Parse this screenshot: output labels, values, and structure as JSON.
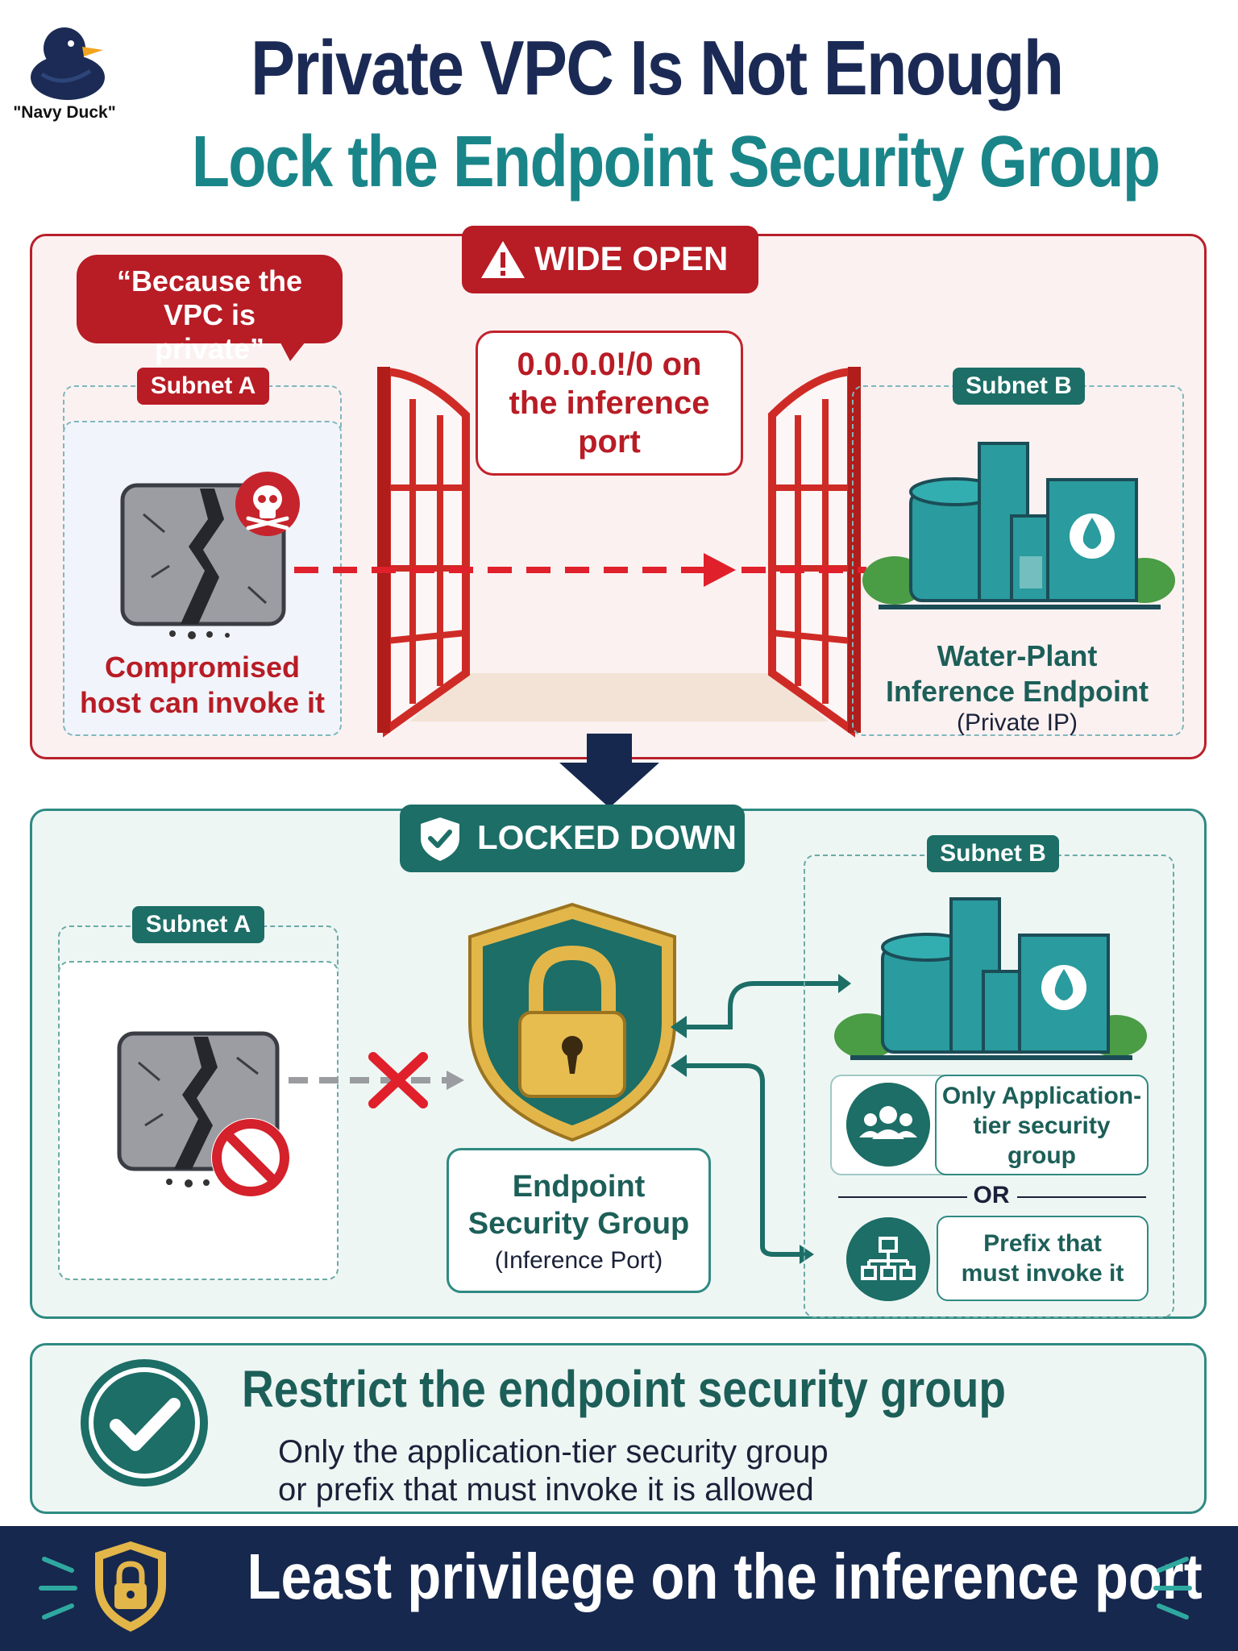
{
  "brand": {
    "name": "\"Navy Duck\"",
    "icon": "duck-icon"
  },
  "header": {
    "title": "Private VPC Is Not Enough",
    "subtitle": "Lock the Endpoint Security Group"
  },
  "wide_open": {
    "banner": "WIDE OPEN",
    "banner_icon": "warning-icon",
    "quote": "“Because the VPC is private”",
    "subnet_a_label": "Subnet A",
    "subnet_b_label": "Subnet B",
    "port_rule": "0.0.0.0!/0 on the inference port",
    "compromised_caption": "Compromised host can invoke it",
    "endpoint_name": "Water-Plant Inference Endpoint",
    "endpoint_note": "(Private IP)"
  },
  "locked_down": {
    "banner": "LOCKED DOWN",
    "banner_icon": "shield-check-icon",
    "subnet_a_label": "Subnet A",
    "subnet_b_label": "Subnet B",
    "sg_title": "Endpoint Security Group",
    "sg_note": "(Inference Port)",
    "option_1": "Only Application-tier security group",
    "or_label": "OR",
    "option_2": "Prefix that must invoke it"
  },
  "summary": {
    "title": "Restrict the endpoint security group",
    "line1": "Only the application-tier security group",
    "line2": "or prefix that must invoke it is allowed"
  },
  "footer": {
    "text": "Least privilege on the inference port"
  },
  "colors": {
    "navy": "#16284e",
    "red": "#b81c25",
    "teal": "#1c6e66",
    "teal_bright": "#1a8589",
    "gold": "#e0b040"
  }
}
